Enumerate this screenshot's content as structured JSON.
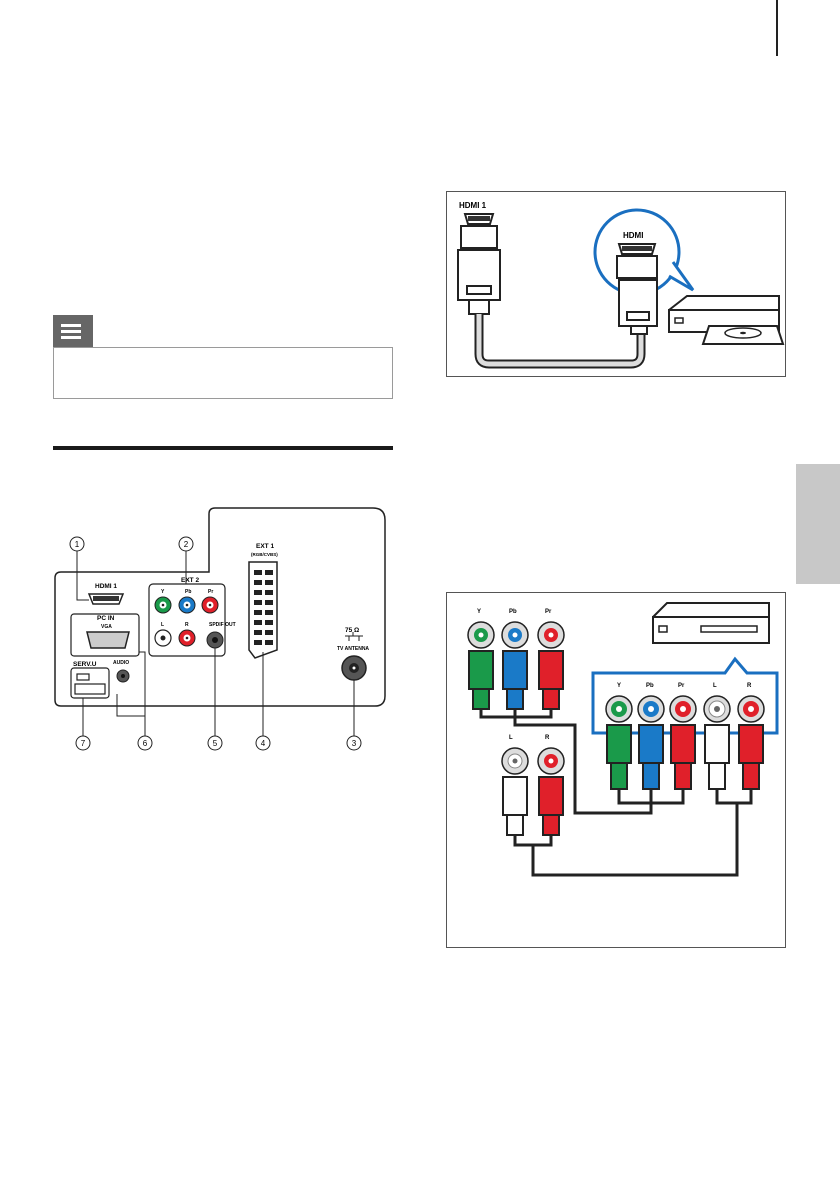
{
  "hdmi_figure": {
    "port_label": "HDMI 1",
    "device_label": "HDMI"
  },
  "back_panel": {
    "hdmi_label": "HDMI 1",
    "ext2_label": "EXT 2",
    "ext2_y": "Y",
    "ext2_pb": "Pb",
    "ext2_pr": "Pr",
    "ext2_l": "L",
    "ext2_r": "R",
    "pc_in_label": "PC IN",
    "vga_label": "VGA",
    "audio_label": "AUDIO",
    "serv_label": "SERV.U",
    "spdif_label": "SPDIF OUT",
    "ext1_label": "EXT 1",
    "ext1_sub": "(RGB/CVBS)",
    "antenna_ohm": "75 Ω",
    "antenna_label": "TV ANTENNA",
    "callouts": [
      "1",
      "2",
      "3",
      "4",
      "5",
      "6",
      "7"
    ]
  },
  "component_figure": {
    "cable_y": "Y",
    "cable_pb": "Pb",
    "cable_pr": "Pr",
    "cable_l": "L",
    "cable_r": "R",
    "device_y": "Y",
    "device_pb": "Pb",
    "device_pr": "Pr",
    "device_l": "L",
    "device_r": "R"
  },
  "colors": {
    "green": "#1a9a4a",
    "blue": "#1a7ac8",
    "red": "#e0202a",
    "highlight": "#1a6fc0"
  }
}
